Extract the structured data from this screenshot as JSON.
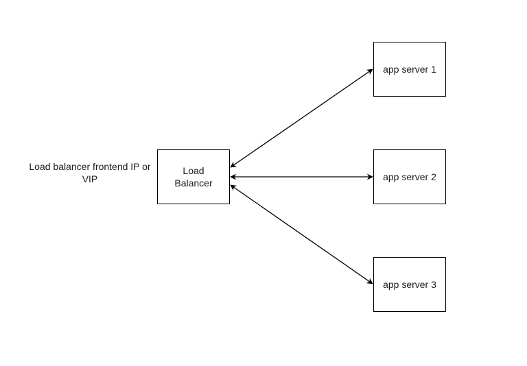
{
  "diagram": {
    "frontend_label": "Load balancer frontend IP or VIP",
    "load_balancer": {
      "label": "Load Balancer"
    },
    "servers": [
      {
        "label": "app server 1"
      },
      {
        "label": "app server 2"
      },
      {
        "label": "app server 3"
      }
    ],
    "connections": [
      {
        "from": "Load Balancer",
        "to": "app server 1",
        "direction": "bidirectional"
      },
      {
        "from": "Load Balancer",
        "to": "app server 2",
        "direction": "bidirectional"
      },
      {
        "from": "Load Balancer",
        "to": "app server 3",
        "direction": "bidirectional"
      }
    ]
  },
  "colors": {
    "stroke": "#000000",
    "background": "#ffffff"
  }
}
